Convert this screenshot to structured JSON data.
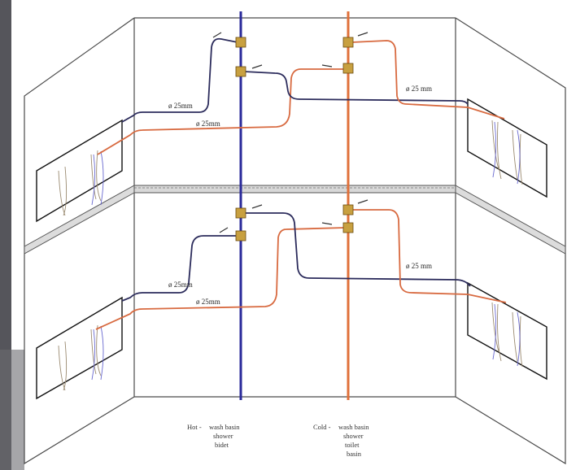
{
  "colors": {
    "background": "#ffffff",
    "left_strip": "#55555b",
    "wall_line": "#4a4a4a",
    "hot_riser": "#2a2a9a",
    "cold_riser": "#e0703a",
    "hot_branch": "#2c2c5c",
    "cold_branch": "#d86a40",
    "fitting": "#c8a040"
  },
  "pipe_labels": {
    "upper_left_hot": "ø 25mm",
    "upper_left_cold": "ø 25mm",
    "upper_right": "ø 25 mm",
    "lower_left_hot": "ø 25mm",
    "lower_left_cold": "ø 25mm",
    "lower_right": "ø 25 mm"
  },
  "legend": {
    "hot": {
      "title": "Hot -",
      "items": [
        "wash basin",
        "shower",
        "bidet"
      ]
    },
    "cold": {
      "title": "Cold -",
      "items": [
        "wash basin",
        "shower",
        "toilet",
        "basin"
      ]
    }
  }
}
